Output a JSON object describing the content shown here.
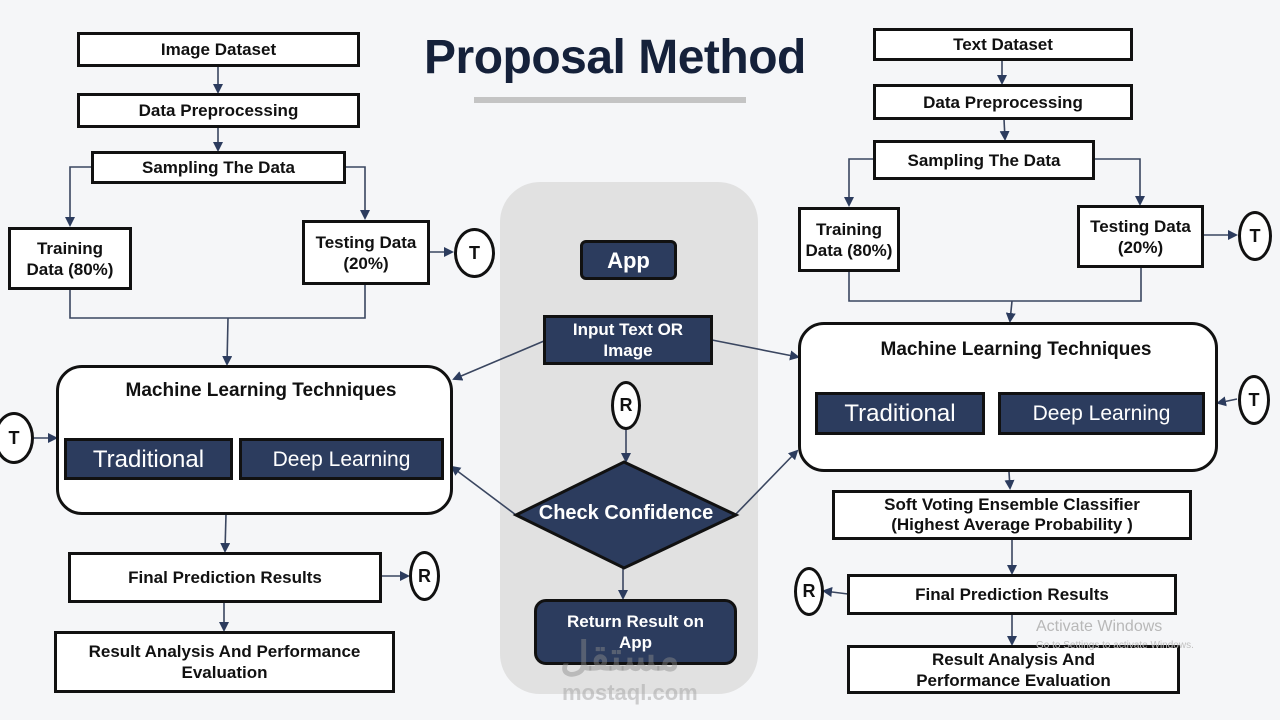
{
  "title": "Proposal Method",
  "left_pipeline": {
    "dataset": "Image Dataset",
    "preprocessing": "Data Preprocessing",
    "sampling": "Sampling The Data",
    "training": "Training Data (80%)",
    "testing": "Testing Data (20%)",
    "ml_title": "Machine Learning Techniques",
    "traditional": "Traditional",
    "deep_learning": "Deep Learning",
    "final_prediction": "Final Prediction Results",
    "result_analysis": "Result Analysis And Performance Evaluation",
    "connector_t_out": "T",
    "connector_t_in": "T",
    "connector_r_out": "R"
  },
  "right_pipeline": {
    "dataset": "Text Dataset",
    "preprocessing": "Data Preprocessing",
    "sampling": "Sampling The Data",
    "training": "Training Data (80%)",
    "testing": "Testing Data (20%)",
    "ml_title": "Machine Learning Techniques",
    "traditional": "Traditional",
    "deep_learning": "Deep Learning",
    "ensemble": "Soft Voting Ensemble Classifier (Highest Average Probability )",
    "final_prediction": "Final Prediction Results",
    "result_analysis": "Result Analysis And Performance Evaluation",
    "connector_t_out": "T",
    "connector_t_in": "T",
    "connector_r_out": "R"
  },
  "app_panel": {
    "app": "App",
    "input": "Input Text OR Image",
    "connector_r_in": "R",
    "decision": "Check Confidence",
    "return": "Return Result on App"
  },
  "watermarks": {
    "activate_title": "Activate Windows",
    "activate_sub": "Go to Settings to activate Windows.",
    "logo_arabic": "مستقل",
    "logo_latin": "mostaql.com"
  }
}
